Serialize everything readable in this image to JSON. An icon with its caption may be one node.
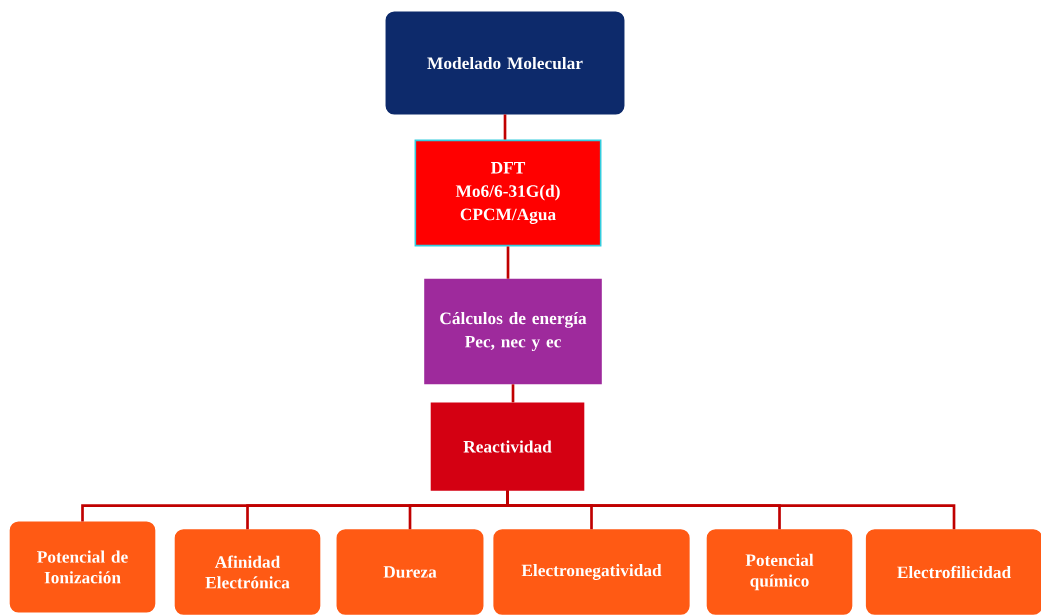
{
  "diagram": {
    "nodes": [
      {
        "text": [
          "Modelado Molecular"
        ]
      },
      {
        "text": [
          "DFT",
          "Mo6/6-31G(d)",
          "CPCM/Agua"
        ]
      },
      {
        "text": [
          "Cálculos de energía",
          "Pec, nec y ec"
        ]
      },
      {
        "text": [
          "Reactividad"
        ]
      },
      {
        "text": [
          "Potencial de Ionización"
        ]
      },
      {
        "text": [
          "Afinidad Electrónica"
        ]
      },
      {
        "text": [
          "Dureza"
        ]
      },
      {
        "text": [
          "Electronegatividad"
        ]
      },
      {
        "text": [
          "Potencial químico"
        ]
      },
      {
        "text": [
          "Electrofilicidad"
        ]
      }
    ],
    "edges": [
      {
        "from": 0,
        "to": 1,
        "arrow": "none"
      },
      {
        "from": 1,
        "to": 2,
        "arrow": "none"
      },
      {
        "from": 2,
        "to": 3,
        "arrow": "none"
      },
      {
        "from": 3,
        "to": 4,
        "arrow": "none"
      },
      {
        "from": 3,
        "to": 5,
        "arrow": "none"
      },
      {
        "from": 3,
        "to": 6,
        "arrow": "none"
      },
      {
        "from": 3,
        "to": 7,
        "arrow": "none"
      },
      {
        "from": 3,
        "to": 8,
        "arrow": "none"
      },
      {
        "from": 3,
        "to": 9,
        "arrow": "none"
      }
    ]
  }
}
